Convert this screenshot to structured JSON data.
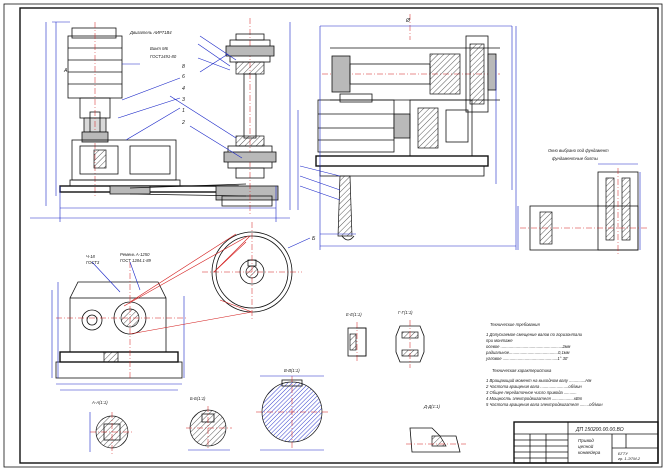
{
  "labels": {
    "motor_spec": "Двигатель АИР71В4",
    "screw_spec_1": "Винт М6",
    "screw_spec_2": "ГОСТ1491-80",
    "b1": "8",
    "b2": "6",
    "b3": "4",
    "b4": "3",
    "b5": "1",
    "b6": "2",
    "view_a": "А",
    "diam_top": "Ø",
    "gear_spec_1": "Ч-18",
    "gear_spec_2": "ГОСТ3",
    "belt_spec_1": "Ремень А-1250",
    "belt_spec_2": "ГОСТ 1284.1-89",
    "pulley_note": "Б",
    "stamp_note_1": "Окно выбрано под фундамент",
    "stamp_note_2": "фундаментные болты",
    "sec_e": "Е-Е(1:1)",
    "sec_g": "Г-Г(1:1)",
    "sec_a": "А-А(1:1)",
    "sec_b": "Б-Б(1:1)",
    "sec_v": "В-В(1:1)",
    "sec_d": "Д-Д(1:1)",
    "tech_title": "Технические требования",
    "tech_1": "1 Допускаемое смещение валов по горизонтали",
    "tech_2": "при монтаже",
    "tech_3": "осевое .....................................................2мм",
    "tech_4": "радиальное..........................................0,1мм",
    "tech_5": "угловое ...............................................1° 30' ",
    "spec_title": "Техническая характеристика",
    "spec_1": "1 Вращающий момент на выходном валу ..............Нм",
    "spec_2": "2 Частота вращения вала ........................об/мин",
    "spec_3": "3 Общее передаточное число привода ...........",
    "spec_4": "4 Мощность электродвигателя ...................кВт",
    "spec_5": "5 Частота вращения вала электродвигателя ........об/мин",
    "title_code": "ДП 150200.00.00.ВО",
    "title_name_1": "Привод",
    "title_name_2": "цепной",
    "title_name_3": "конвейера",
    "title_org_1": "БГТУ",
    "title_org_2": "гр. 1-ЭТМ-2"
  },
  "colors": {
    "outline": "#111111",
    "dimension": "#1a27c8",
    "centerline": "#d31a1a"
  }
}
